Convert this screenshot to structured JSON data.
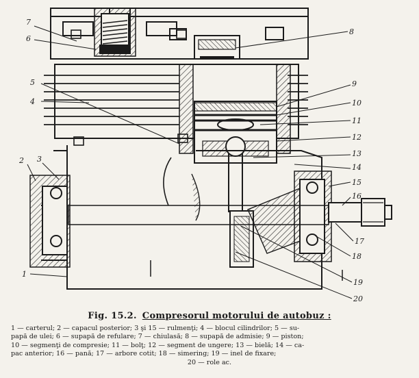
{
  "figure": {
    "callouts": [
      "1",
      "2",
      "3",
      "4",
      "5",
      "6",
      "7",
      "8",
      "9",
      "10",
      "11",
      "12",
      "13",
      "14",
      "15",
      "16",
      "17",
      "18",
      "19",
      "20"
    ],
    "caption_number": "Fig. 15.2.",
    "caption_title": "Compresorul motorului de autobuz :",
    "legend_lines": [
      "1 — carterul; 2 — capacul posterior; 3 şi 15 — rulmenţi; 4 — blocul cilindrilor; 5 — su-",
      "papă de ulei; 6 — supapă de refulare; 7 — chiulasă; 8 — supapă de admisie; 9 — piston;",
      "10 — segmenţi de compresie; 11 — bolţ; 12 — segment de ungere; 13 — bielă; 14 — ca-",
      "pac anterior; 16 — pană; 17 — arbore cotit; 18 — simering; 19 — inel de fixare;",
      "20 — role ac."
    ]
  }
}
